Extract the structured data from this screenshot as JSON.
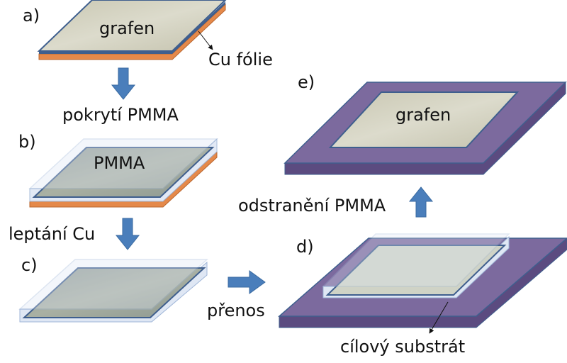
{
  "steps": {
    "a": {
      "letter": "a)",
      "plate_label": "grafen",
      "foil_label": "Cu fólie"
    },
    "b": {
      "letter": "b)",
      "plate_label": "PMMA"
    },
    "c": {
      "letter": "c)"
    },
    "d": {
      "letter": "d)",
      "substrate_label": "cílový substrát"
    },
    "e": {
      "letter": "e)",
      "plate_label": "grafen"
    }
  },
  "arrows": {
    "a_to_b": "pokrytí PMMA",
    "b_to_c": "leptání Cu",
    "c_to_d": "přenos",
    "d_to_e": "odstranění PMMA"
  },
  "colors": {
    "arrow": "#4a7ebb",
    "arrow_edge": "#3a6aa0",
    "graphene_top": "#d3d2c1",
    "graphene_edge": "#3f5f8e",
    "copper": "#e5894a",
    "pmma_fill": "#e6edf8",
    "pmma_edge": "#9fb6d8",
    "substrate_top": "#7c6a9e",
    "substrate_side": "#5b4b80"
  }
}
